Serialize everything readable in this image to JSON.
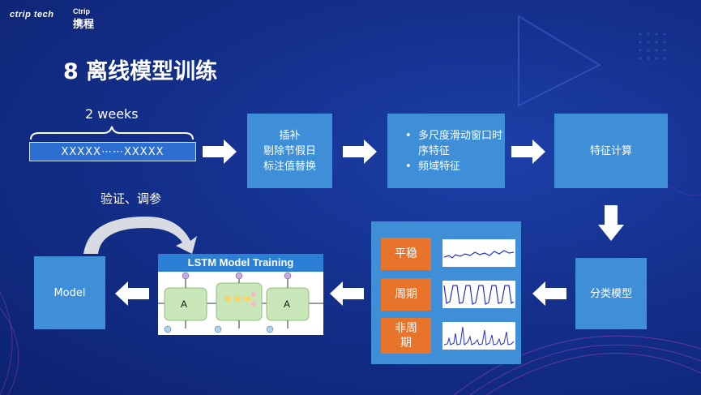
{
  "logos": {
    "left": "ctrip tech",
    "right_en": "Ctrip",
    "right_cn": "携程"
  },
  "title": "8 离线模型训练",
  "timeline": {
    "label": "2 weeks",
    "sequence": "XXXXX⋯⋯XXXXX"
  },
  "steps": {
    "impute": [
      "插补",
      "剔除节假日",
      "标注值替换"
    ],
    "features_bullets": [
      "多尺度滑动窗口时序特征",
      "频域特征"
    ],
    "feature_calc": "特征计算",
    "classify": "分类模型",
    "model": "Model"
  },
  "categories": [
    "平稳",
    "周期",
    "非周期"
  ],
  "lstm": {
    "title": "LSTM Model Training",
    "cell_label": "A"
  },
  "feedback_label": "验证、调参",
  "colors": {
    "box": "#3f8fd8",
    "pill": "#e8732b",
    "background": "#14308c"
  }
}
